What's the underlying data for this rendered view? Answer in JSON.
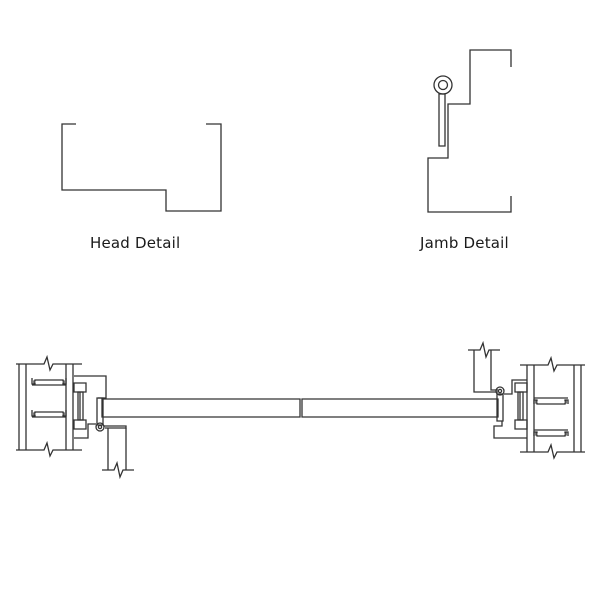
{
  "diagram": {
    "type": "architectural-section",
    "subject": "Door frame details",
    "colors": {
      "stroke": "#333333",
      "background": "#ffffff",
      "text": "#1a1a1a"
    },
    "details": [
      {
        "id": "head",
        "label": "Head Detail"
      },
      {
        "id": "jamb",
        "label": "Jamb Detail"
      }
    ],
    "plan_section": {
      "components": [
        "left-wall-stud-framing",
        "left-door-frame",
        "left-hinge",
        "door-leaf-left",
        "door-leaf-right",
        "right-hinge",
        "right-door-frame",
        "right-wall-stud-framing"
      ]
    }
  }
}
